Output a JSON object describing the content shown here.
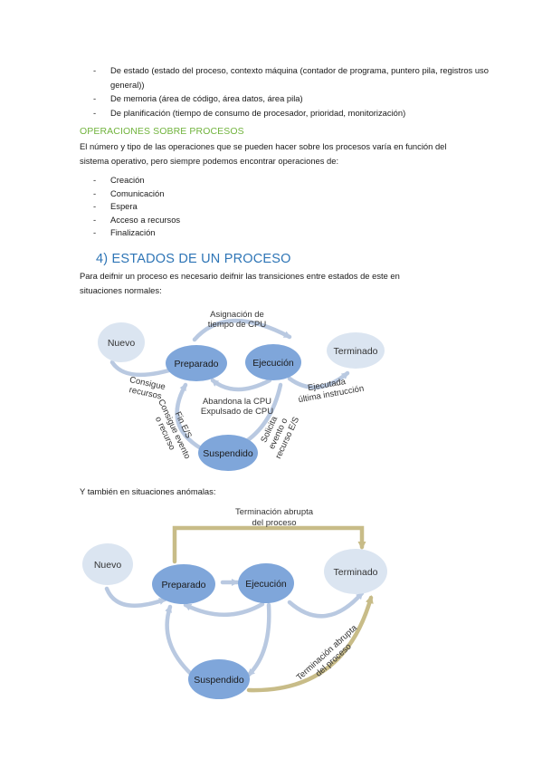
{
  "list1": [
    "De estado (estado del proceso, contexto máquina (contador de programa, puntero pila, registros uso general))",
    "De memoria (área de código, área datos, área pila)",
    "De planificación (tiempo de consumo de procesador, prioridad, monitorización)"
  ],
  "section_ops": {
    "title": "OPERACIONES SOBRE PROCESOS",
    "intro": "El número y tipo de las operaciones que se pueden hacer sobre los procesos varía en función del sistema operativo, pero siempre podemos encontrar operaciones de:",
    "items": [
      "Creación",
      "Comunicación",
      "Espera",
      "Acceso a recursos",
      "Finalización"
    ]
  },
  "section_states": {
    "title": "4) ESTADOS DE UN PROCESO",
    "intro": "Para deifnir un proceso es necesario deifnir las transiciones entre estados de este en situaciones normales:",
    "anomalous_intro": "Y también en situaciones anómalas:"
  },
  "diagram1": {
    "nodes": {
      "nuevo": "Nuevo",
      "preparado": "Preparado",
      "ejecucion": "Ejecución",
      "terminado": "Terminado",
      "suspendido": "Suspendido"
    },
    "labels": {
      "asignacion1": "Asignación de",
      "asignacion2": "tiempo de CPU",
      "consigue1": "Consigue",
      "consigue2": "recursos",
      "abandona1": "Abandona la CPU",
      "abandona2": "Expulsado de CPU",
      "ejecutada1": "Ejecutada",
      "ejecutada2": "última instrucción",
      "fin1": "Fin E/S",
      "fin2": "Consigue evento",
      "fin3": "o recurso",
      "solicita1": "Solicita",
      "solicita2": "evento o",
      "solicita3": "recurso E/S"
    }
  },
  "diagram2": {
    "nodes": {
      "nuevo": "Nuevo",
      "preparado": "Preparado",
      "ejecucion": "Ejecución",
      "terminado": "Terminado",
      "suspendido": "Suspendido"
    },
    "labels": {
      "abrupta_top1": "Terminación abrupta",
      "abrupta_top2": "del proceso",
      "abrupta_bot1": "Terminación abrupta",
      "abrupta_bot2": "del proceso"
    }
  },
  "colors": {
    "node_dark": "#7fa6da",
    "node_light": "#dbe5f1",
    "arrow": "#b9c9e1",
    "arrow_gold": "#c8bc88",
    "heading_green": "#71b33d",
    "heading_blue": "#2e75b6"
  }
}
